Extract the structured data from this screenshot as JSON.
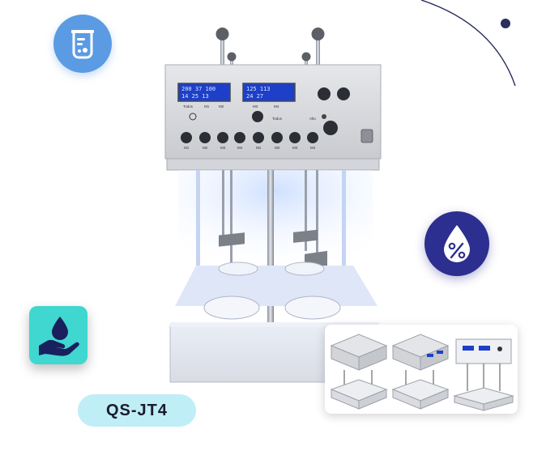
{
  "product": {
    "model_label": "QS-JT4",
    "panel": {
      "display_left_line1": "200  37  100",
      "display_left_line2": "14   25   13",
      "display_right_line1": "125  113",
      "display_right_line2": "24    27",
      "label_todos_left": "Todos",
      "label_m1_top": "M1",
      "label_m2_top": "M2",
      "label_m3_top": "M3",
      "label_m4_top": "M4",
      "label_todos_center": "Todos",
      "label_alto": "Alto",
      "buttons": [
        "M1",
        "M2",
        "M3",
        "M4",
        "M1",
        "M2",
        "M3",
        "M4"
      ]
    }
  },
  "badges": {
    "top_left": "beaker-icon",
    "right": "drop-percent-icon",
    "left": "hand-drop-icon"
  },
  "colors": {
    "beaker_badge": "#5b9be3",
    "percent_badge": "#2c2f8f",
    "hand_badge": "#3fd7cf",
    "model_pill": "#bfeef6",
    "display_blue": "#1d3fc9"
  }
}
